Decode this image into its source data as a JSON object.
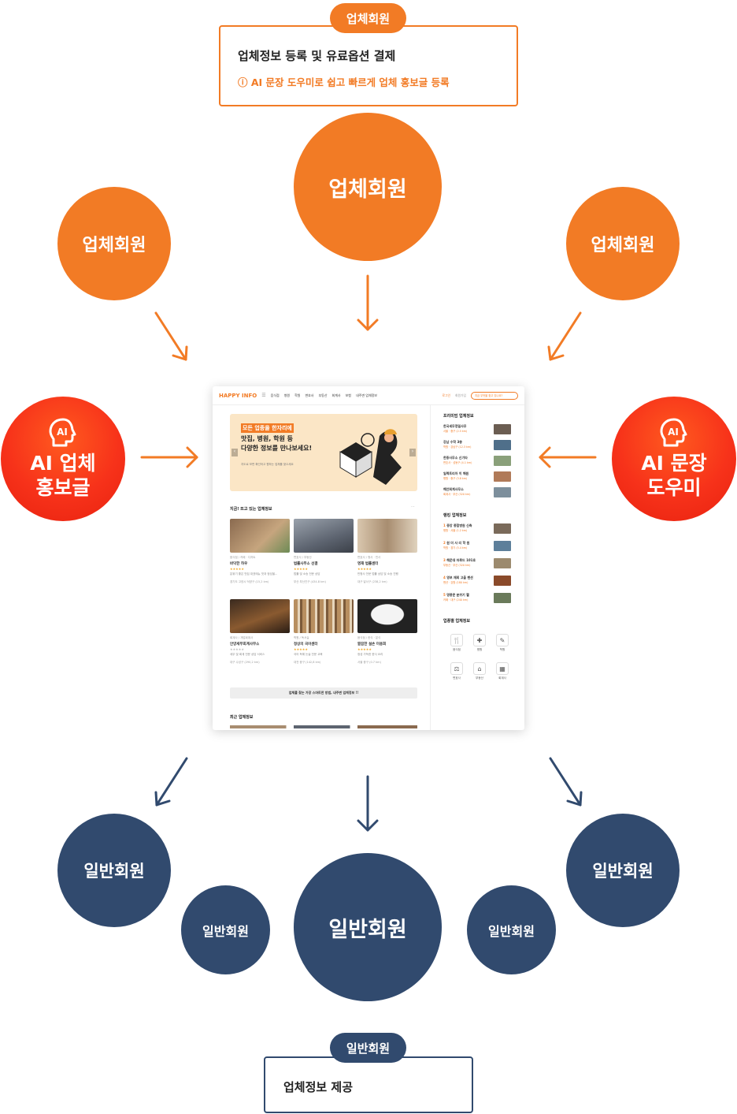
{
  "top": {
    "pill_label": "업체회원",
    "main_text": "업체정보 등록 및 유료옵션 결제",
    "sub_text": "ⓘ AI 문장 도우미로 쉽고 빠르게 업체 홍보글 등록"
  },
  "upper_circles": {
    "center": "업체회원",
    "left": "업체회원",
    "right": "업체회원"
  },
  "ai_left": {
    "icon": "ai-head-icon",
    "line1": "AI 업체",
    "line2": "홍보글"
  },
  "ai_right": {
    "icon": "ai-head-icon",
    "line1": "AI 문장",
    "line2": "도우미"
  },
  "lower_circles": {
    "far_left": "일반회원",
    "mid_left": "일반회원",
    "center": "일반회원",
    "mid_right": "일반회원",
    "far_right": "일반회원"
  },
  "bottom": {
    "pill_label": "일반회원",
    "main_text": "업체정보 제공"
  },
  "colors": {
    "orange": "#f27b25",
    "red": "#f7321a",
    "navy": "#314a6e"
  },
  "mockup": {
    "logo": "HAPPY INFO",
    "nav_items": [
      "음식점",
      "병원",
      "학원",
      "변호사",
      "부동산",
      "회계사",
      "보험",
      "내주변 업체정보"
    ],
    "nav_right": [
      "로그인",
      "회원가입"
    ],
    "search_placeholder": "지금 무엇을 찾고 있나요?",
    "banner": {
      "line0": "모든 업종을 한자리에",
      "line1": "맛집, 병원, 학원 등",
      "line2": "다양한 정보를 만나보세요!",
      "line3": "지도로 보면 확인하고 원하는 업체를 찾으세요"
    },
    "trending_title": "지금! 뜨고 있는 업체정보",
    "cards": [
      {
        "cat": "음식점 / 카페 · 디저트",
        "name": "바닥한 하우",
        "desc": "분위기 좋은 맛집 대표메뉴 맛과 정성을...",
        "loc": "경기도 고양시 덕양구 (15,2 km)",
        "color": "#8a6a4f"
      },
      {
        "cat": "변호사 / 부동산",
        "name": "법률사무소 선결",
        "desc": "법률 및 소송 전문 상담",
        "loc": "부산 부산진구 (434.8 km)",
        "color": "#5d6470"
      },
      {
        "cat": "변호사 / 형사 · 민사",
        "name": "명재 법률센터",
        "desc": "민형사 전문 법률 상담 및 소송 진행",
        "loc": "대구 달서구 (238,2 km)",
        "color": "#a88d70"
      },
      {
        "cat": "회계사 / 개업회계사",
        "name": "안양세무회계사무소",
        "desc": "세무 및 회계 전문 상담 서비스",
        "loc": "대구 수성구 (290,2 km)",
        "color": "#5a3f2d"
      },
      {
        "cat": "학원 / 독서실",
        "name": "정상의 국어센터",
        "desc": "국어 독해 논술 전문 교육",
        "loc": "대전 중구 (142,8 km)",
        "color": "#b88f60"
      },
      {
        "cat": "음식점 / 한식 · 분식",
        "name": "깔끔한 설손 미용회",
        "desc": "정성 가득한 한식 요리",
        "loc": "서울 중구 (0.7 km)",
        "color": "#444444"
      }
    ],
    "notice": "업체를 찾는 가장 스마트한 방법, 내주변 업체정보 !!",
    "recent_title": "최근 업체정보",
    "premium_title": "프리미엄 업체정보",
    "premium_items": [
      {
        "name": "한국세무정밀사무",
        "sub": "서울 · 중구 (2.5 km)"
      },
      {
        "name": "강남 수학 3층",
        "sub": "학원 · 강남구 (12.3 km)"
      },
      {
        "name": "한중사무소 신기타",
        "sub": "변호사 · 성동구 (4.1 km)"
      },
      {
        "name": "일렉트리아 이 해원",
        "sub": "병원 · 중구 (3.8 km)"
      },
      {
        "name": "해안회계사무소",
        "sub": "회계사 · 부산 (320 km)"
      }
    ],
    "ranking_title": "랭킹 업체정보",
    "ranking_items": [
      {
        "rank": "1",
        "name": "중앙 종합병원 신축",
        "sub": "병원 · 서울 (1.2 km)"
      },
      {
        "rank": "2",
        "name": "원 미 사 리 학 원",
        "sub": "학원 · 경기 (5.4 km)"
      },
      {
        "rank": "3",
        "name": "해운대 마루드 101호",
        "sub": "부동산 · 부산 (320 km)"
      },
      {
        "rank": "4",
        "name": "영포 재회 고을 펜션",
        "sub": "펜션 · 강원 (180 km)"
      },
      {
        "rank": "5",
        "name": "명풍문 분위기 헬",
        "sub": "카페 · 대구 (240 km)"
      }
    ],
    "category_title": "업종별 업체정보",
    "categories": [
      {
        "label": "음식점",
        "icon": "fork-knife-icon"
      },
      {
        "label": "병원",
        "icon": "hospital-icon"
      },
      {
        "label": "학원",
        "icon": "school-icon"
      },
      {
        "label": "변호사",
        "icon": "gavel-icon"
      },
      {
        "label": "부동산",
        "icon": "house-icon"
      },
      {
        "label": "회계사",
        "icon": "calculator-icon"
      }
    ]
  }
}
